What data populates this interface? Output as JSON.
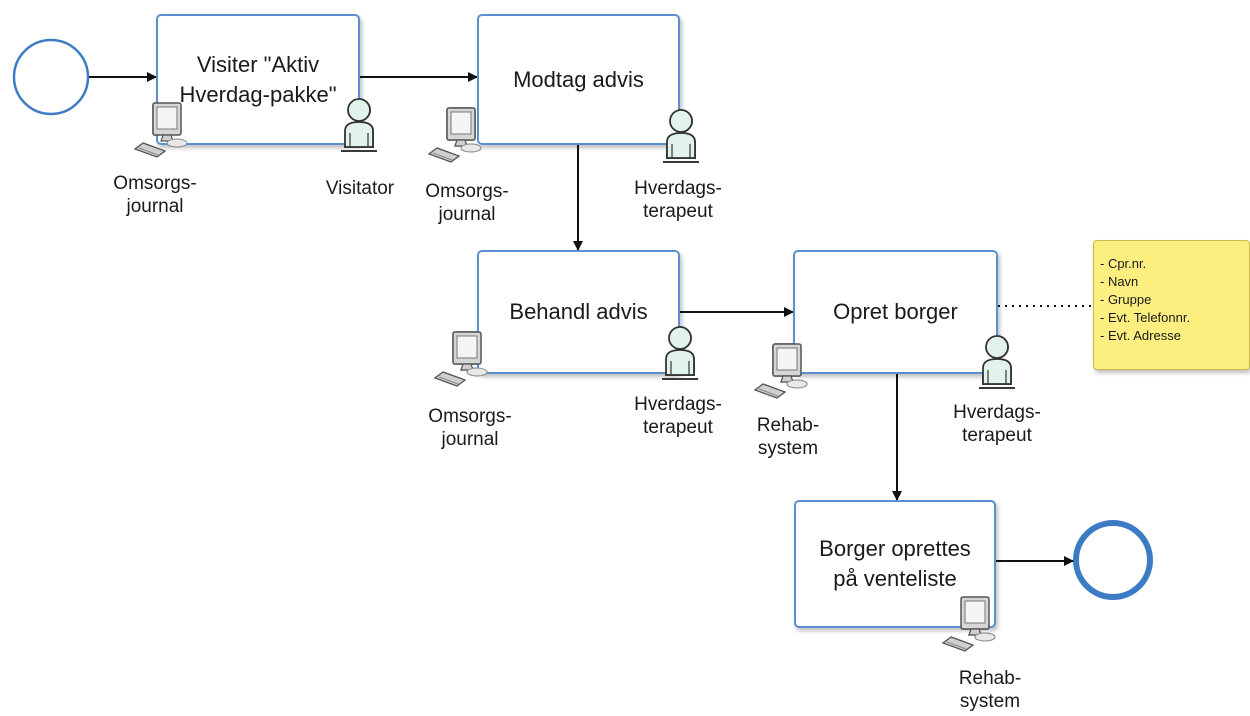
{
  "tasks": [
    {
      "label": "Visiter \"Aktiv\nHverdag-pakke\""
    },
    {
      "label": "Modtag advis"
    },
    {
      "label": "Behandl advis"
    },
    {
      "label": "Opret borger"
    },
    {
      "label": "Borger oprettes\npå venteliste"
    }
  ],
  "systems": [
    {
      "label": "Omsorgs-\njournal"
    },
    {
      "label": "Omsorgs-\njournal"
    },
    {
      "label": "Omsorgs-\njournal"
    },
    {
      "label": "Rehab-\nsystem"
    },
    {
      "label": "Rehab-\nsystem"
    }
  ],
  "roles": [
    {
      "label": "Visitator"
    },
    {
      "label": "Hverdags-\nterapeut"
    },
    {
      "label": "Hverdags-\nterapeut"
    },
    {
      "label": "Hverdags-\nterapeut"
    }
  ],
  "note": {
    "lines": [
      "- Cpr.nr.",
      "- Navn",
      "- Gruppe",
      "- Evt. Telefonnr.",
      "- Evt. Adresse"
    ]
  },
  "colors": {
    "task_border": "#5b8fd0",
    "event_border": "#3d7cc4",
    "note_fill": "#fcef80",
    "person_fill": "#e2f3ec"
  }
}
